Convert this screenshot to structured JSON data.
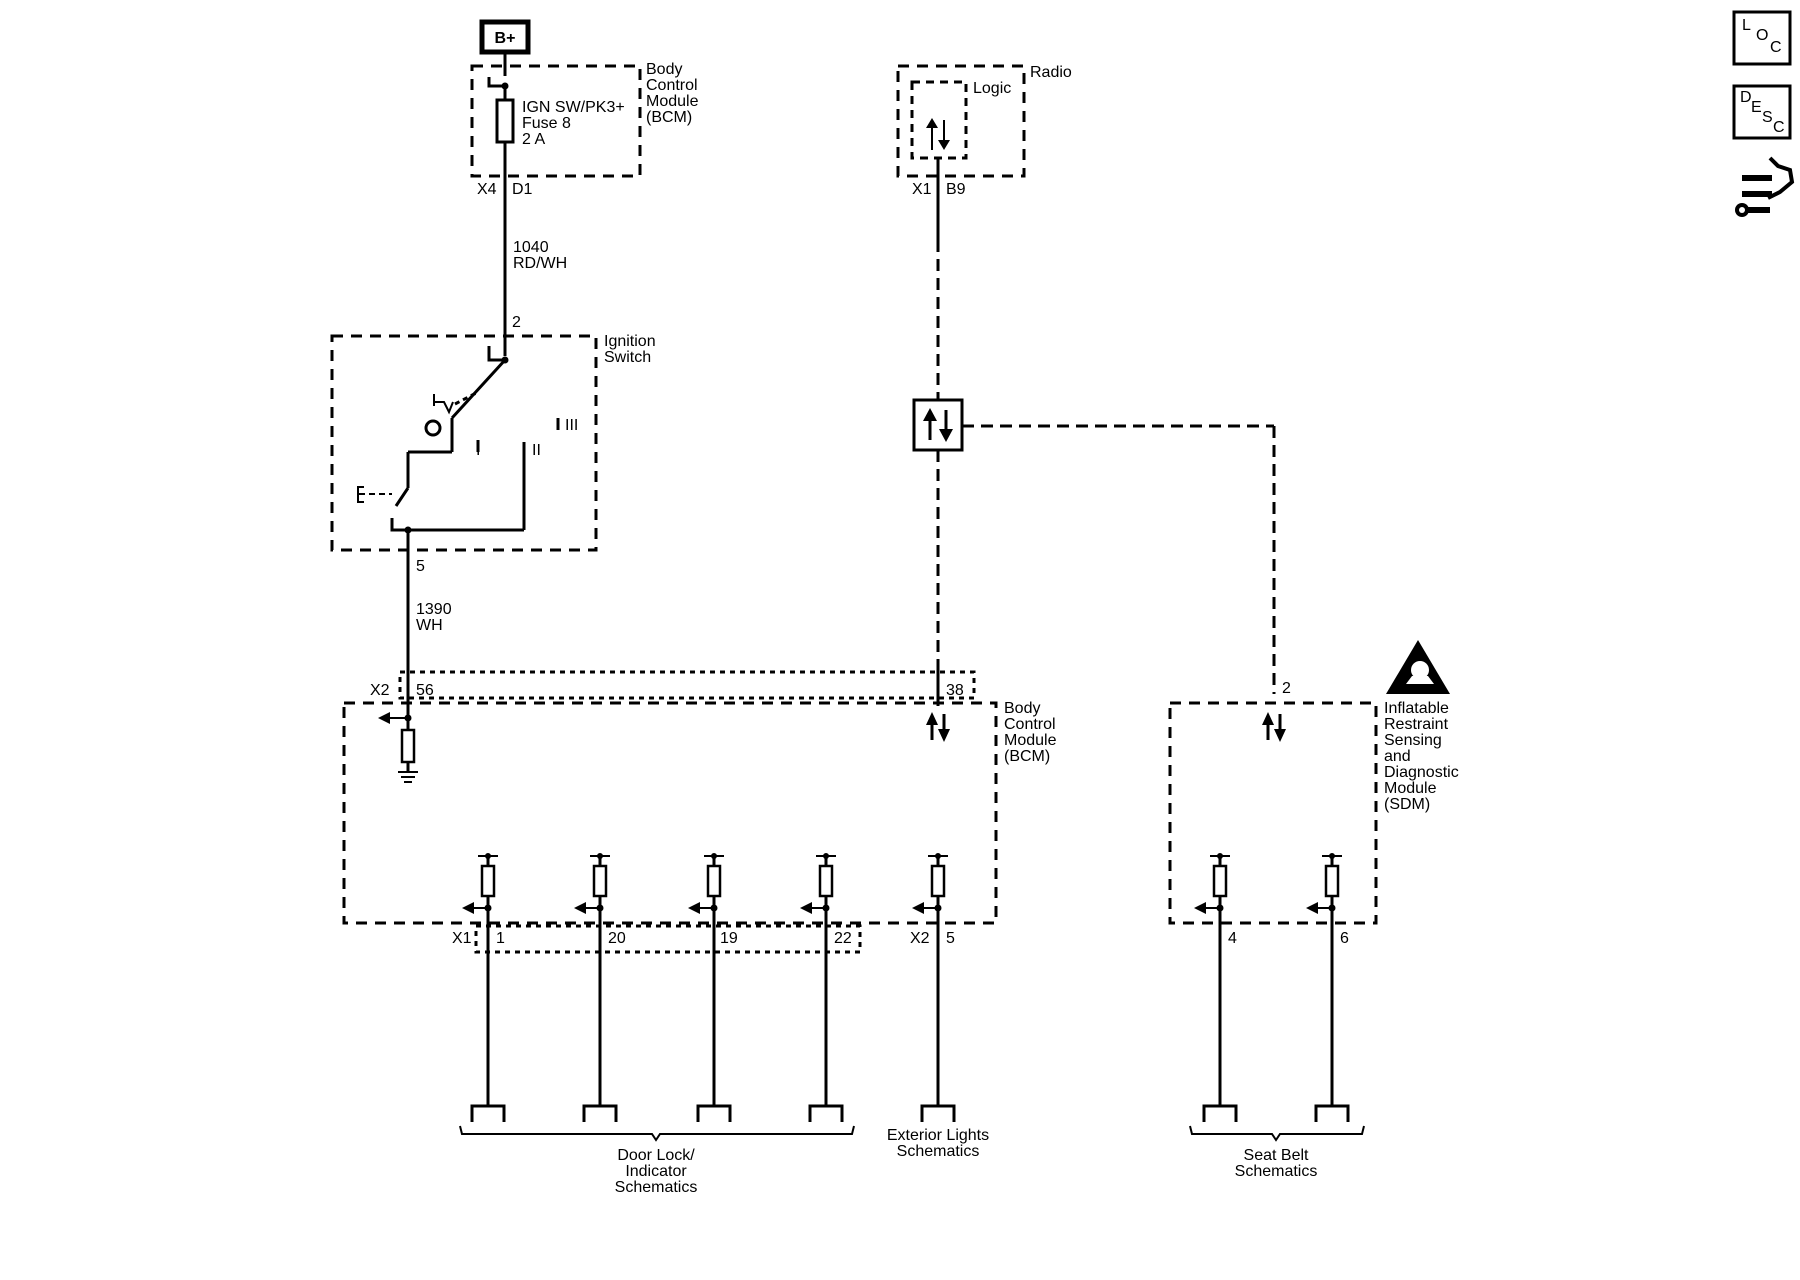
{
  "power": {
    "label": "B+"
  },
  "bcm_top": {
    "name_lines": [
      "Body",
      "Control",
      "Module",
      "(BCM)"
    ],
    "fuse_lines": [
      "IGN SW/PK3+",
      "Fuse 8",
      "2 A"
    ],
    "connector": "X4",
    "pin": "D1"
  },
  "wire_1040": {
    "circuit": "1040",
    "color": "RD/WH"
  },
  "ignition_switch": {
    "name_lines": [
      "Ignition",
      "Switch"
    ],
    "pin_in": "2",
    "pin_out": "5",
    "pos_labels": [
      "I",
      "II",
      "III"
    ]
  },
  "wire_1390": {
    "circuit": "1390",
    "color": "WH"
  },
  "radio": {
    "name": "Radio",
    "logic": "Logic",
    "connector": "X1",
    "pin": "B9"
  },
  "bcm_main": {
    "name_lines": [
      "Body",
      "Control",
      "Module",
      "(BCM)"
    ],
    "x2_label": "X2",
    "pin_56": "56",
    "pin_38": "38",
    "x1_label": "X1",
    "x1_pins": [
      "1",
      "20",
      "19",
      "22"
    ],
    "x2b_label": "X2",
    "x2b_pin": "5"
  },
  "sdm": {
    "name_lines": [
      "Inflatable",
      "Restraint",
      "Sensing",
      "and",
      "Diagnostic",
      "Module",
      "(SDM)"
    ],
    "pin_top": "2",
    "pins": [
      "4",
      "6"
    ]
  },
  "references": {
    "door_lock": [
      "Door Lock/",
      "Indicator",
      "Schematics"
    ],
    "exterior_lights": [
      "Exterior Lights",
      "Schematics"
    ],
    "seat_belt": [
      "Seat Belt",
      "Schematics"
    ]
  },
  "side_icons": {
    "loc": {
      "letters": [
        "L",
        "O",
        "C"
      ],
      "icon": "loc-icon"
    },
    "desc": {
      "letters": [
        "D",
        "E",
        "S",
        "C"
      ],
      "icon": "desc-icon"
    },
    "service": {
      "icon": "wrench-hand-icon"
    },
    "airbag_warning": {
      "icon": "airbag-warning-icon"
    }
  }
}
